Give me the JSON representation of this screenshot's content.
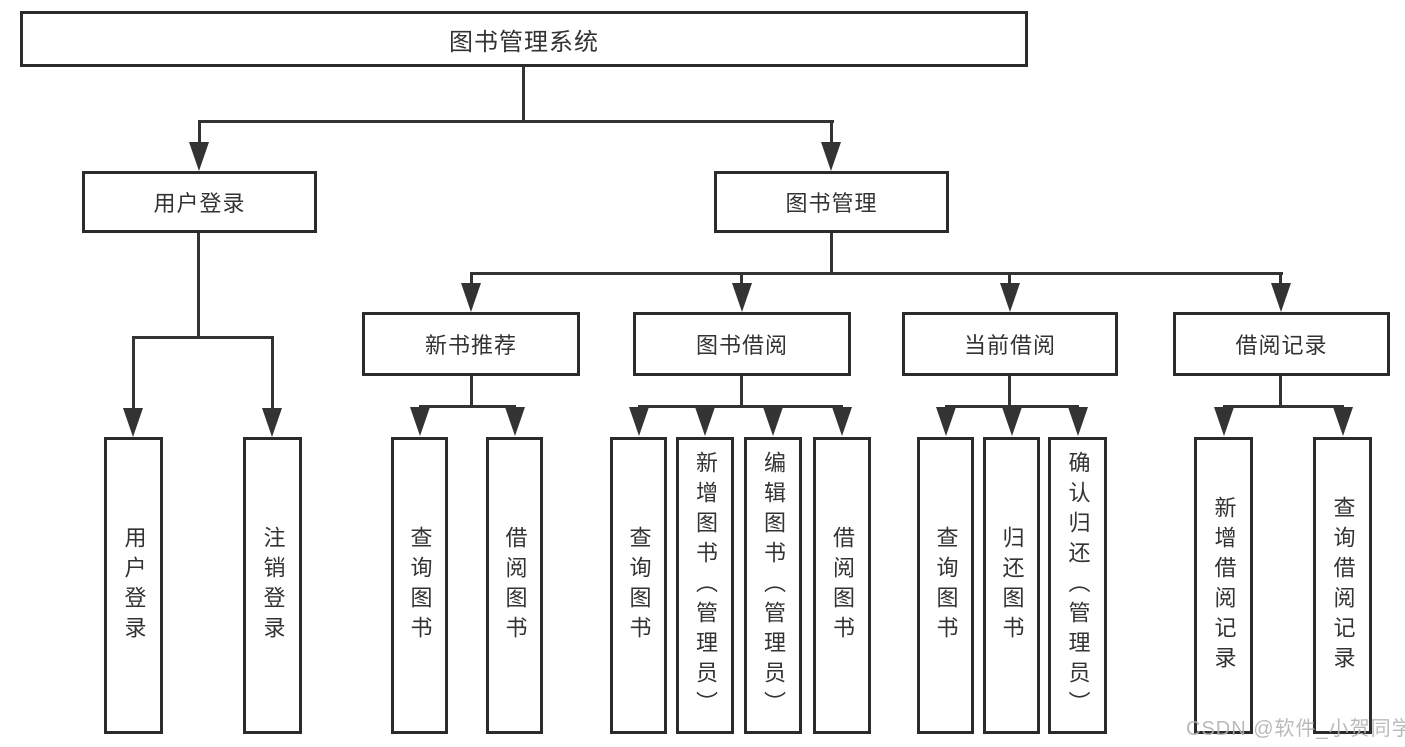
{
  "diagram": {
    "type": "hierarchy-tree",
    "root": {
      "label": "图书管理系统"
    },
    "level2": [
      {
        "label": "用户登录"
      },
      {
        "label": "图书管理"
      }
    ],
    "level3": [
      {
        "label": "新书推荐",
        "parent": "图书管理"
      },
      {
        "label": "图书借阅",
        "parent": "图书管理"
      },
      {
        "label": "当前借阅",
        "parent": "图书管理"
      },
      {
        "label": "借阅记录",
        "parent": "图书管理"
      }
    ],
    "leaves": [
      {
        "label": "用户登录",
        "parent": "用户登录"
      },
      {
        "label": "注销登录",
        "parent": "用户登录"
      },
      {
        "label": "查询图书",
        "parent": "新书推荐"
      },
      {
        "label": "借阅图书",
        "parent": "新书推荐"
      },
      {
        "label": "查询图书",
        "parent": "图书借阅"
      },
      {
        "label": "新增图书（管理员）",
        "parent": "图书借阅"
      },
      {
        "label": "编辑图书（管理员）",
        "parent": "图书借阅"
      },
      {
        "label": "借阅图书",
        "parent": "图书借阅"
      },
      {
        "label": "查询图书",
        "parent": "当前借阅"
      },
      {
        "label": "归还图书",
        "parent": "当前借阅"
      },
      {
        "label": "确认归还（管理员）",
        "parent": "当前借阅"
      },
      {
        "label": "新增借阅记录",
        "parent": "借阅记录"
      },
      {
        "label": "查询借阅记录",
        "parent": "借阅记录"
      }
    ],
    "watermark": {
      "text": "CSDN @软件_小贺同学"
    },
    "colors": {
      "line": "#333333",
      "box_border": "#2b2b2b",
      "text": "#333333",
      "watermark": "#b3b3b3",
      "background": "#ffffff"
    }
  }
}
